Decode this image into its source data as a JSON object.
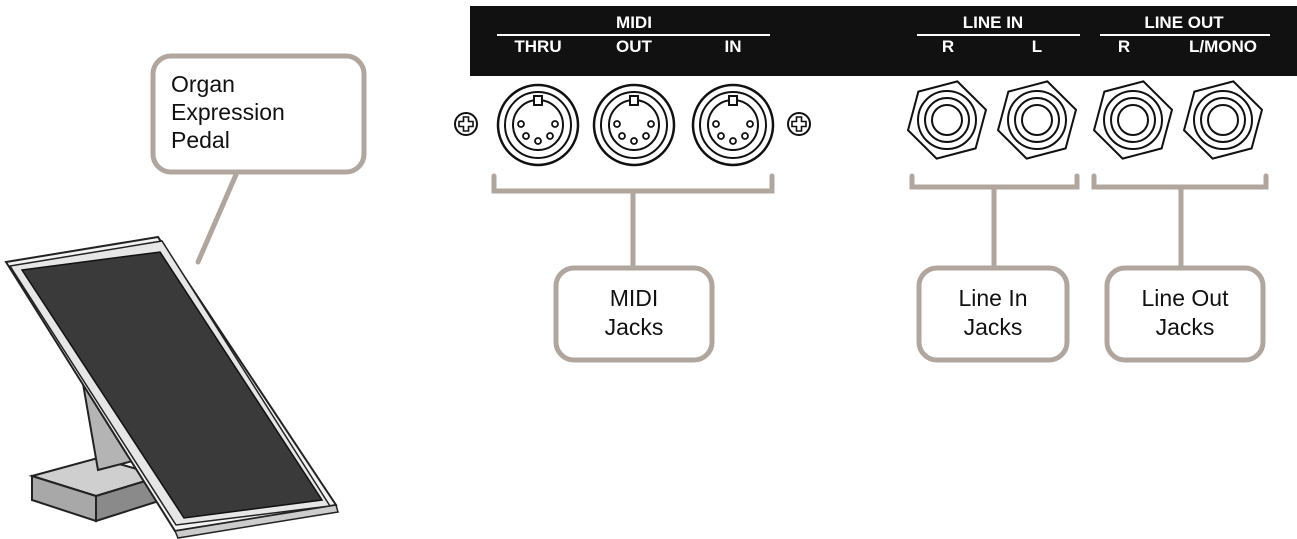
{
  "panel": {
    "midi_group": "MIDI",
    "midi_thru": "THRU",
    "midi_out": "OUT",
    "midi_in": "IN",
    "line_in_group": "LINE IN",
    "line_in_r": "R",
    "line_in_l": "L",
    "line_out_group": "LINE OUT",
    "line_out_r": "R",
    "line_out_l": "L/MONO"
  },
  "callouts": {
    "pedal": [
      "Organ",
      "Expression",
      "Pedal"
    ],
    "midi": [
      "MIDI",
      "Jacks"
    ],
    "line_in": [
      "Line In",
      "Jacks"
    ],
    "line_out": [
      "Line Out",
      "Jacks"
    ]
  },
  "colors": {
    "panel_bg": "#111111",
    "callout_border": "#b0a69e",
    "pedal_surface": "#3a3a3a",
    "pedal_stand": "#9a9a9a"
  }
}
